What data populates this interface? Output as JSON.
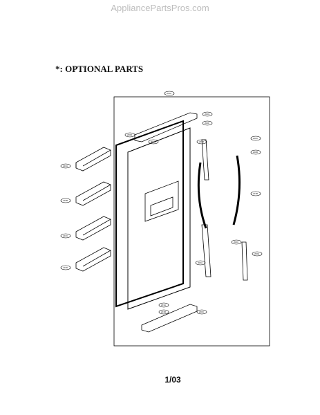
{
  "watermark": "AppliancePartsPros.com",
  "heading": "*: OPTIONAL PARTS",
  "page_number": "1/03",
  "callouts": {
    "top_assembly": "201A",
    "door_top_right_1": "200G",
    "door_top_right_2": "200F",
    "gasket_top": "200D",
    "cap_top": "200C",
    "door_panel_right": "201B",
    "handle_top": "200C",
    "handle_top_2": "200B",
    "handle_long": "201B",
    "bracket": "200C",
    "right_strip": "200E",
    "handle_lower": "200A",
    "bottom_cap_1": "201A",
    "bottom_cap_2": "201B",
    "bottom_right": "200C",
    "bin_1": "210A",
    "bin_2": "210B",
    "bin_3": "210C",
    "bin_4": "210D"
  }
}
